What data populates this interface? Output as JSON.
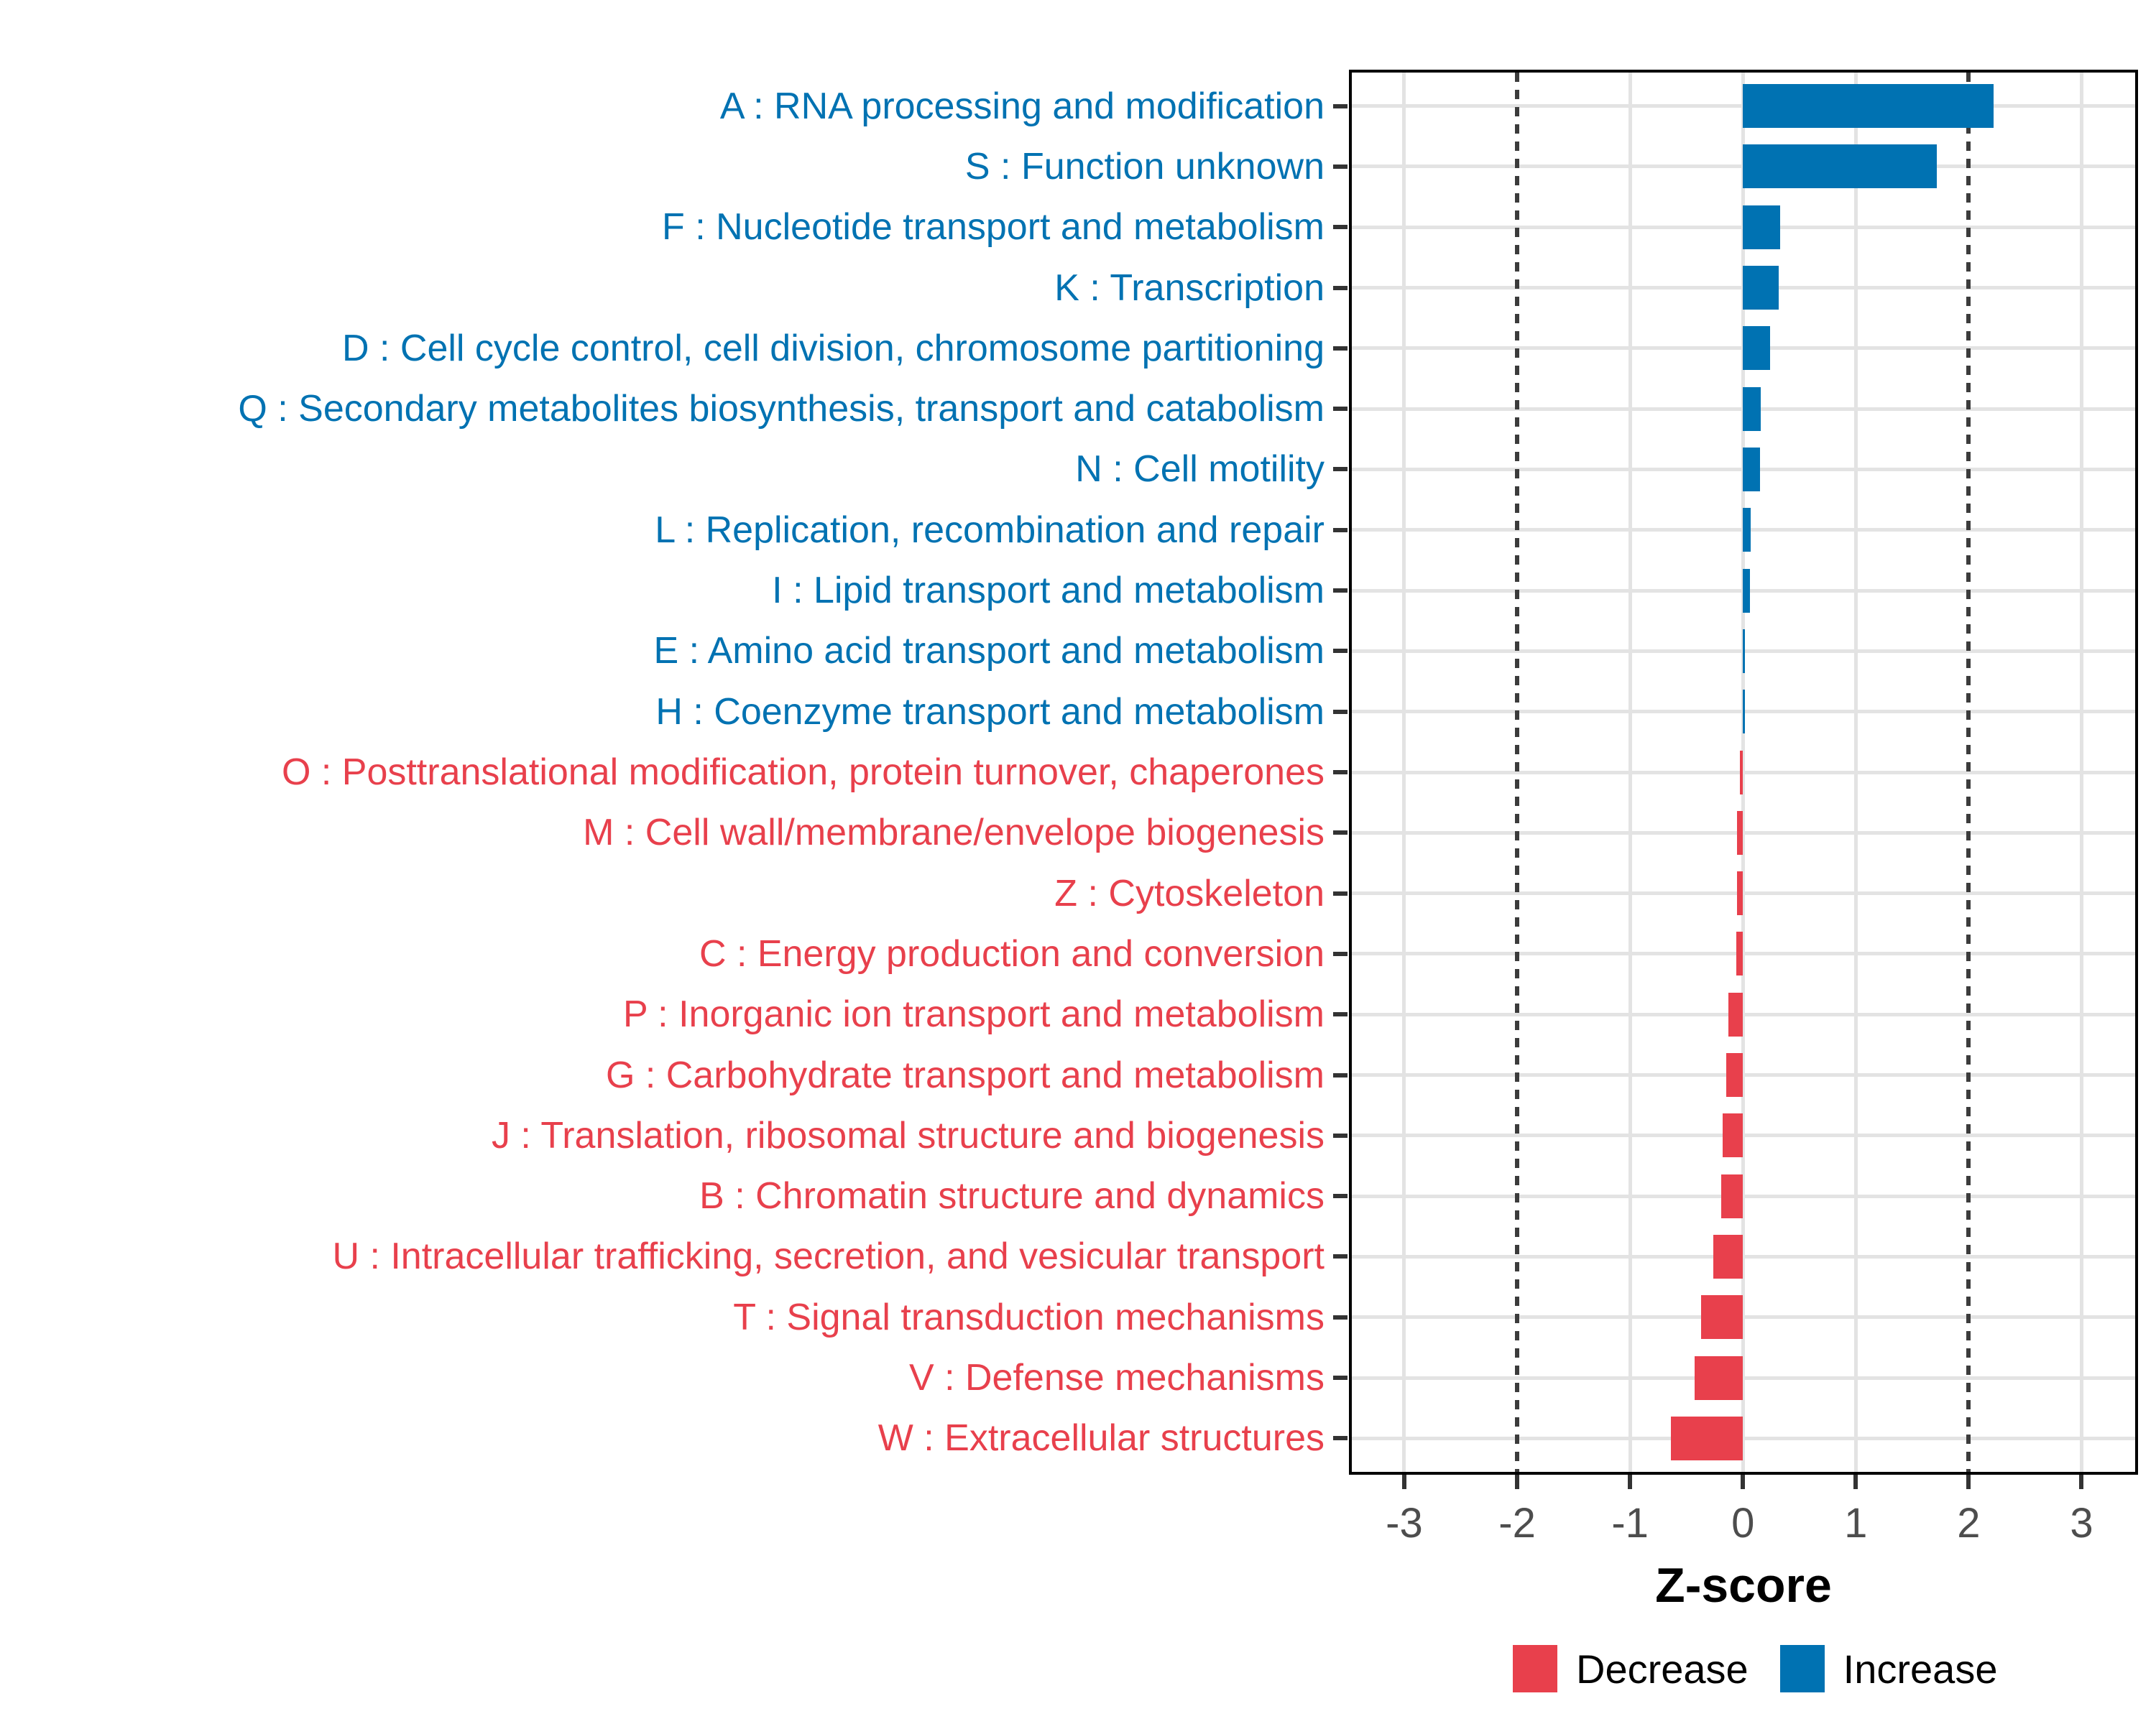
{
  "chart_data": {
    "type": "bar",
    "orientation": "horizontal",
    "title": "",
    "xlabel": "Z-score",
    "ylabel": "",
    "xlim": [
      -3.49,
      3.5
    ],
    "x_ticks": [
      -3,
      -2,
      -1,
      0,
      1,
      2,
      3
    ],
    "x_tick_labels": [
      "-3",
      "-2",
      "-1",
      "0",
      "1",
      "2",
      "3"
    ],
    "reference_lines": {
      "values": [
        -2,
        2
      ],
      "style": "dotted",
      "color": "#3C3C3C"
    },
    "grid": true,
    "colors": {
      "Increase": "#0072B2",
      "Decrease": "#E8404C"
    },
    "grid_color": "#E3E3E3",
    "tick_label_color": "#4D4D4D",
    "legend_position": "bottom-right",
    "bars": [
      {
        "code": "A",
        "label": "A : RNA processing and modification",
        "value": 2.22,
        "group": "Increase"
      },
      {
        "code": "S",
        "label": "S : Function unknown",
        "value": 1.72,
        "group": "Increase"
      },
      {
        "code": "F",
        "label": "F : Nucleotide transport and metabolism",
        "value": 0.33,
        "group": "Increase"
      },
      {
        "code": "K",
        "label": "K : Transcription",
        "value": 0.32,
        "group": "Increase"
      },
      {
        "code": "D",
        "label": "D : Cell cycle control, cell division, chromosome partitioning",
        "value": 0.24,
        "group": "Increase"
      },
      {
        "code": "Q",
        "label": "Q : Secondary metabolites biosynthesis, transport and catabolism",
        "value": 0.16,
        "group": "Increase"
      },
      {
        "code": "N",
        "label": "N : Cell motility",
        "value": 0.15,
        "group": "Increase"
      },
      {
        "code": "L",
        "label": "L : Replication, recombination and repair",
        "value": 0.07,
        "group": "Increase"
      },
      {
        "code": "I",
        "label": "I : Lipid transport and metabolism",
        "value": 0.06,
        "group": "Increase"
      },
      {
        "code": "E",
        "label": "E : Amino acid transport and metabolism",
        "value": 0.02,
        "group": "Increase"
      },
      {
        "code": "H",
        "label": "H : Coenzyme transport and metabolism",
        "value": 0.01,
        "group": "Increase"
      },
      {
        "code": "O",
        "label": "O : Posttranslational modification, protein turnover, chaperones",
        "value": -0.03,
        "group": "Decrease"
      },
      {
        "code": "M",
        "label": "M : Cell wall/membrane/envelope biogenesis",
        "value": -0.05,
        "group": "Decrease"
      },
      {
        "code": "Z",
        "label": "Z : Cytoskeleton",
        "value": -0.055,
        "group": "Decrease"
      },
      {
        "code": "C",
        "label": "C : Energy production and conversion",
        "value": -0.06,
        "group": "Decrease"
      },
      {
        "code": "P",
        "label": "P : Inorganic ion transport and metabolism",
        "value": -0.13,
        "group": "Decrease"
      },
      {
        "code": "G",
        "label": "G : Carbohydrate transport and metabolism",
        "value": -0.15,
        "group": "Decrease"
      },
      {
        "code": "J",
        "label": "J : Translation, ribosomal structure and biogenesis",
        "value": -0.18,
        "group": "Decrease"
      },
      {
        "code": "B",
        "label": "B : Chromatin structure and dynamics",
        "value": -0.19,
        "group": "Decrease"
      },
      {
        "code": "U",
        "label": "U : Intracellular trafficking, secretion, and vesicular transport",
        "value": -0.26,
        "group": "Decrease"
      },
      {
        "code": "T",
        "label": "T : Signal transduction mechanisms",
        "value": -0.37,
        "group": "Decrease"
      },
      {
        "code": "V",
        "label": "V : Defense mechanisms",
        "value": -0.43,
        "group": "Decrease"
      },
      {
        "code": "W",
        "label": "W : Extracellular structures",
        "value": -0.64,
        "group": "Decrease"
      }
    ]
  },
  "legend": {
    "decrease": "Decrease",
    "increase": "Increase"
  }
}
